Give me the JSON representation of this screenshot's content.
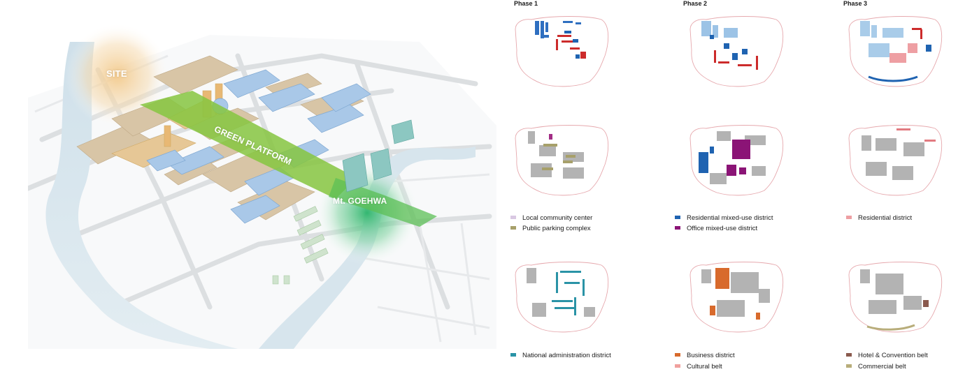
{
  "aerial": {
    "labels": {
      "site": "SITE",
      "green_platform": "GREEN PLATFORM",
      "mountain": "Mt. GOEHWA"
    }
  },
  "phases": {
    "p1": "Phase 1",
    "p2": "Phase 2",
    "p3": "Phase 3"
  },
  "legend": {
    "local_community": {
      "label": "Local community center",
      "color": "#d9c8e2"
    },
    "public_parking": {
      "label": "Public parking complex",
      "color": "#a7a06a"
    },
    "residential_mixed": {
      "label": "Residential mixed-use district",
      "color": "#1f63b1"
    },
    "office_mixed": {
      "label": "Office mixed-use district",
      "color": "#8b1476"
    },
    "residential": {
      "label": "Residential district",
      "color": "#ee9fa3"
    },
    "national_admin": {
      "label": "National administration district",
      "color": "#2a93a6"
    },
    "business": {
      "label": "Business district",
      "color": "#d86a2c"
    },
    "cultural": {
      "label": "Cultural belt",
      "color": "#f0a09e"
    },
    "hotel": {
      "label": "Hotel & Convention belt",
      "color": "#8a5a4e"
    },
    "commercial": {
      "label": "Commercial belt",
      "color": "#b8ad7a"
    }
  }
}
